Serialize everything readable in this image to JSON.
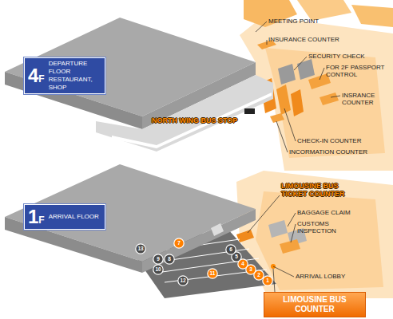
{
  "diagram": {
    "nodes": [
      {
        "text": [
          "4F",
          "DEPARTURE FLOOR RESTAURANT, SHOP"
        ]
      },
      {
        "text": [
          "1F",
          "ARRIVAL FLOOR"
        ]
      },
      {
        "text": [
          "1"
        ]
      },
      {
        "text": [
          "2"
        ]
      },
      {
        "text": [
          "3"
        ]
      },
      {
        "text": [
          "4"
        ]
      },
      {
        "text": [
          "5"
        ]
      },
      {
        "text": [
          "6"
        ]
      },
      {
        "text": [
          "7"
        ]
      },
      {
        "text": [
          "8"
        ]
      },
      {
        "text": [
          "9"
        ]
      },
      {
        "text": [
          "10"
        ]
      },
      {
        "text": [
          "11"
        ]
      },
      {
        "text": [
          "12"
        ]
      },
      {
        "text": [
          "13"
        ]
      },
      {
        "text": [
          "LIMOUSINE BUS COUNTER"
        ]
      }
    ],
    "labels": [
      "MEETING POINT",
      "INSURANCE COUNTER",
      "SECURITY CHECK",
      "FOR 2F PASSPORT CONTROL",
      "INSRANCE COUNTER",
      "CHECK-IN COUNTER",
      "INCORMATION COUNTER",
      "NORTH WING BUS STOP",
      "LIMOUSINE BUS TICKET COUNTER",
      "BAGGAGE CLAIM",
      "CUSTOMS INSPECTION",
      "ARRIVAL LOBBY"
    ]
  }
}
